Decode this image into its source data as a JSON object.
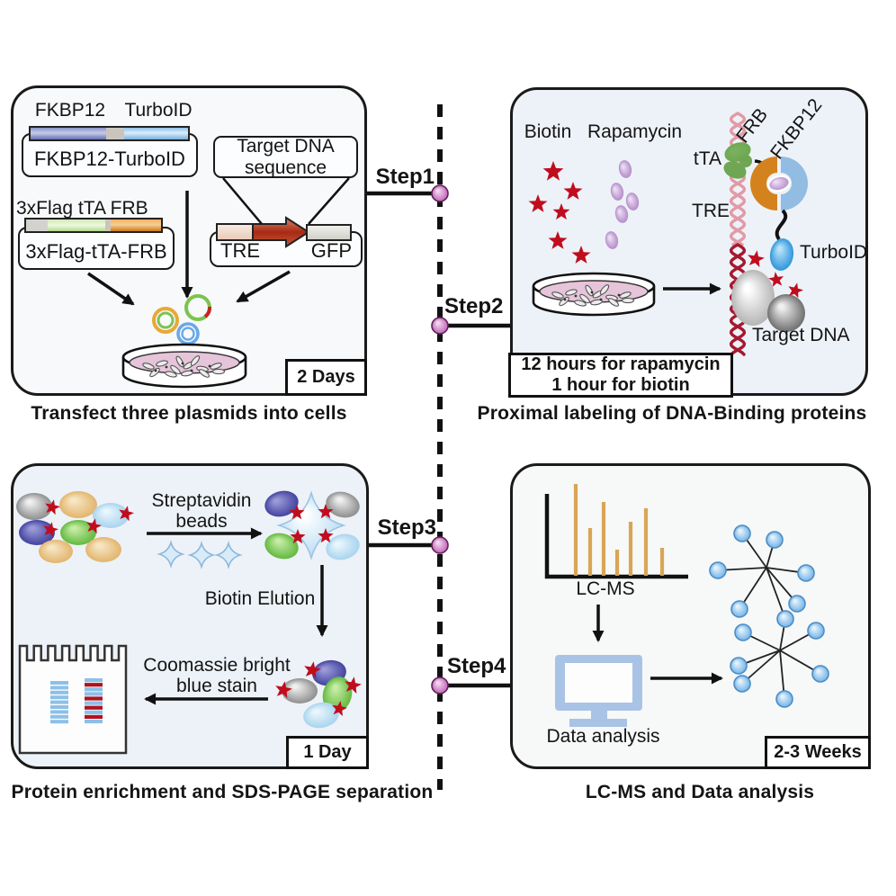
{
  "steps": {
    "s1": "Step1",
    "s2": "Step2",
    "s3": "Step3",
    "s4": "Step4"
  },
  "transfection": {
    "caption": "Transfect  three plasmids into cells",
    "duration": "2 Days",
    "fkbp12": "FKBP12",
    "turboid": "TurboID",
    "fusion1": "FKBP12-TurboID",
    "flag_tta_frb": "3xFlag tTA  FRB",
    "fusion2": "3xFlag-tTA-FRB",
    "callout_line1": "Target DNA",
    "callout_line2": "sequence",
    "tre": "TRE",
    "gfp": "GFP"
  },
  "labeling": {
    "caption": "Proximal labeling of DNA-Binding proteins",
    "duration_line1": "12 hours for rapamycin",
    "duration_line2": "1 hour for biotin",
    "biotin": "Biotin",
    "rapamycin": "Rapamycin",
    "tta": "tTA",
    "tre": "TRE",
    "frb": "FRB",
    "fkbp12": "FKBP12",
    "turboid": "TurboID",
    "target_dna": "Target DNA"
  },
  "enrichment": {
    "caption": "Protein enrichment and SDS-PAGE separation",
    "duration": "1 Day",
    "streptavidin_line1": "Streptavidin",
    "streptavidin_line2": "beads",
    "biotin_elution": "Biotin Elution",
    "coomassie_line1": "Coomassie bright",
    "coomassie_line2": "blue stain",
    "gel": {
      "lane1_bands": [
        "blue",
        "blue",
        "blue",
        "blue",
        "blue",
        "blue",
        "blue",
        "blue",
        "blue"
      ],
      "lane2_bands": [
        "blue",
        "red",
        "blue",
        "blue",
        "red",
        "blue",
        "red",
        "blue",
        "red",
        "blue"
      ]
    }
  },
  "analysis": {
    "caption": "LC-MS and Data analysis",
    "duration": "2-3 Weeks",
    "lcms": "LC-MS",
    "data_analysis": "Data analysis"
  },
  "chart_data": {
    "type": "bar",
    "title": "LC-MS",
    "values": [
      102,
      53,
      82,
      29,
      60,
      75,
      31
    ],
    "ylim": [
      0,
      105
    ],
    "xlabel": "",
    "ylabel": "",
    "note": "schematic mass-spectrum peaks, unlabeled axes"
  },
  "colors": {
    "star_red": "#c00d1e",
    "rapamycin_purple": "#b48cc8",
    "turboid_blue": "#2f96dc",
    "frb_orange": "#d4821e",
    "fkbp12_blue": "#92bce2",
    "tta_green": "#6fa653",
    "dna_pink": "#e29aa6",
    "dna_red": "#a6192e",
    "dish_pink": "#e6c4da",
    "bead_blue": "#b8dcf2",
    "lcms_bar": "#d9a556",
    "monitor_blue": "#a9c3e6",
    "node_blue": "#9ccdf0",
    "step_dot": "#c266b8",
    "band_blue": "#8cc0e8",
    "band_red": "#b01220",
    "protein_gray": "#a9a9a9",
    "protein_tan": "#e2b56e",
    "protein_lightblue": "#a8d4ee",
    "protein_darkblue": "#4343a0",
    "protein_green": "#62b93e",
    "panel_blue_bg": "#edf2f8",
    "panel_light_bg": "#f7f9fa"
  }
}
